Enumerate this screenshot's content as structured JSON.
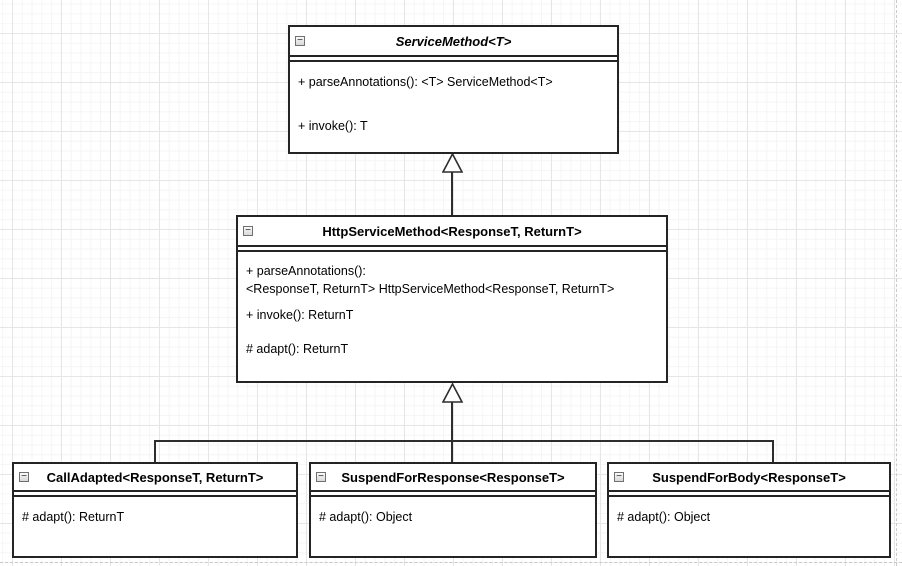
{
  "canvas": {
    "background": "#ffffff",
    "grid_minor_color": "#f5f5f5",
    "grid_major_color": "#e6e6e6",
    "page_border_color": "#c9c9c9",
    "box_fill": "#ffffff",
    "box_border": "#242424"
  },
  "icons": {
    "collapse_glyph": "−"
  },
  "classes": [
    {
      "name": "ServiceMethod<T>",
      "abstract": true,
      "methods": [
        "+ parseAnnotations(): <T> ServiceMethod<T>",
        "+ invoke(): T"
      ]
    },
    {
      "name": "HttpServiceMethod<ResponseT, ReturnT>",
      "abstract": false,
      "methods": [
        "+ parseAnnotations():\n<ResponseT, ReturnT> HttpServiceMethod<ResponseT, ReturnT>",
        "+ invoke(): ReturnT",
        "# adapt(): ReturnT"
      ]
    },
    {
      "name": "CallAdapted<ResponseT, ReturnT>",
      "abstract": false,
      "methods": [
        "# adapt(): ReturnT"
      ]
    },
    {
      "name": "SuspendForResponse<ResponseT>",
      "abstract": false,
      "methods": [
        "# adapt(): Object"
      ]
    },
    {
      "name": "SuspendForBody<ResponseT>",
      "abstract": false,
      "methods": [
        "# adapt(): Object"
      ]
    }
  ],
  "relationships": [
    {
      "type": "generalization",
      "from": "HttpServiceMethod<ResponseT, ReturnT>",
      "to": "ServiceMethod<T>"
    },
    {
      "type": "generalization",
      "from": "CallAdapted<ResponseT, ReturnT>",
      "to": "HttpServiceMethod<ResponseT, ReturnT>"
    },
    {
      "type": "generalization",
      "from": "SuspendForResponse<ResponseT>",
      "to": "HttpServiceMethod<ResponseT, ReturnT>"
    },
    {
      "type": "generalization",
      "from": "SuspendForBody<ResponseT>",
      "to": "HttpServiceMethod<ResponseT, ReturnT>"
    }
  ]
}
